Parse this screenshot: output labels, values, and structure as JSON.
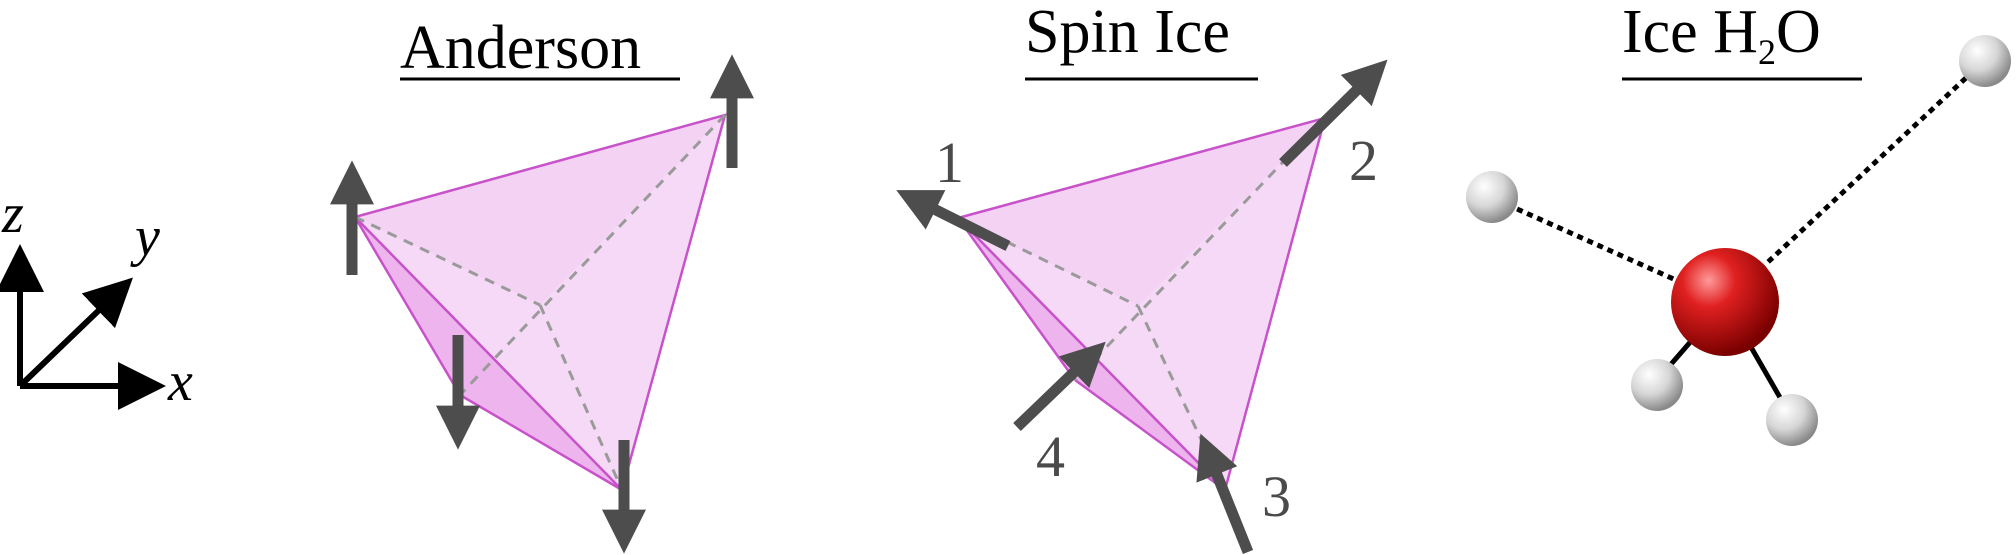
{
  "titles": {
    "anderson": "Anderson",
    "spin_ice": "Spin Ice",
    "ice_prefix": "Ice H",
    "ice_sub": "2",
    "ice_suffix": "O"
  },
  "axes": {
    "x": "x",
    "y": "y",
    "z": "z"
  },
  "site_numbers": [
    "1",
    "2",
    "3",
    "4"
  ],
  "colors": {
    "face_light": "#f6d9f6",
    "face_mid": "#efc0ef",
    "face_dark": "#e79be8",
    "edge": "#c752c9",
    "hidden_edge": "#9a9a9a",
    "spin_arrow": "#4d4d4d",
    "oxygen": "#cc1111",
    "hydrogen": "#d9d9d9",
    "bond": "#000000"
  }
}
